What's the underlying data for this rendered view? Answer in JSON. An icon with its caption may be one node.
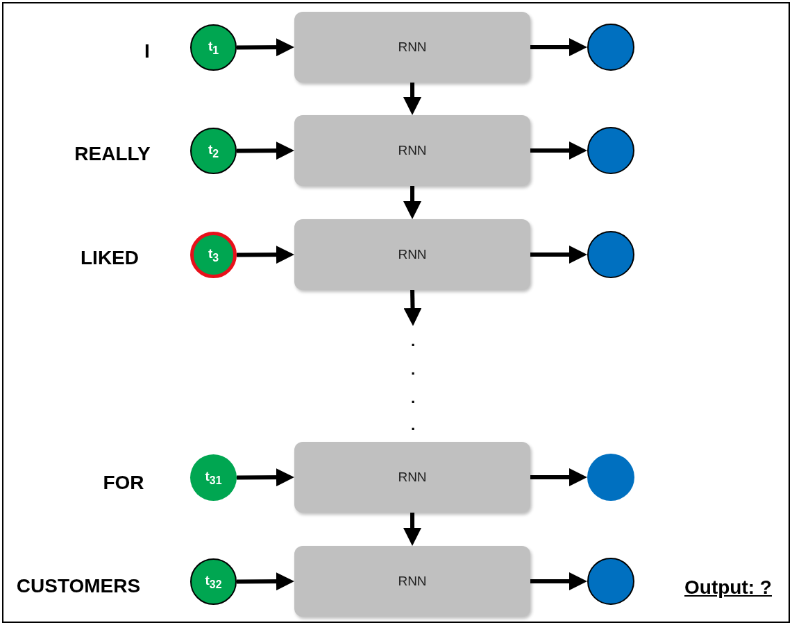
{
  "diagram": {
    "nodes": [
      {
        "text": [
          "t$_{1}$"
        ]
      },
      {
        "text": [
          "RNN"
        ]
      },
      {
        "text": [],
        "shape": "circle"
      },
      {
        "text": [
          "t$_{2}$"
        ]
      },
      {
        "text": [
          "RNN"
        ]
      },
      {
        "text": [],
        "shape": "circle"
      },
      {
        "text": [
          "t$_{3}$"
        ]
      },
      {
        "text": [
          "RNN"
        ]
      },
      {
        "text": [],
        "shape": "circle"
      },
      {
        "text": [
          "t$_{31}$"
        ]
      },
      {
        "text": [
          "RNN"
        ]
      },
      {
        "text": [],
        "shape": "circle"
      },
      {
        "text": [
          "t$_{32}$"
        ]
      },
      {
        "text": [
          "RNN"
        ]
      },
      {
        "text": [],
        "shape": "circle"
      }
    ],
    "edges": [
      {
        "from": 0,
        "to": 1,
        "arrow": "to"
      },
      {
        "from": 1,
        "to": 2,
        "arrow": "to"
      },
      {
        "from": 1,
        "to": 4,
        "arrow": "to"
      },
      {
        "from": 3,
        "to": 4,
        "arrow": "to"
      },
      {
        "from": 4,
        "to": 5,
        "arrow": "to"
      },
      {
        "from": 4,
        "to": 7,
        "arrow": "to"
      },
      {
        "from": 6,
        "to": 7,
        "arrow": "to"
      },
      {
        "from": 7,
        "to": 8,
        "arrow": "to"
      },
      {
        "from": 7,
        "to": null,
        "arrow": "to"
      },
      {
        "from": 9,
        "to": 10,
        "arrow": "to"
      },
      {
        "from": 10,
        "to": 11,
        "arrow": "to"
      },
      {
        "from": 10,
        "to": 13,
        "arrow": "to"
      },
      {
        "from": 12,
        "to": 13,
        "arrow": "to"
      },
      {
        "from": 13,
        "to": 14,
        "arrow": "to"
      }
    ],
    "labels": [
      "I",
      "REALLY",
      "LIKED",
      ".",
      ".",
      ".",
      ".",
      "FOR",
      "CUSTOMERS",
      "Output: ?"
    ]
  }
}
